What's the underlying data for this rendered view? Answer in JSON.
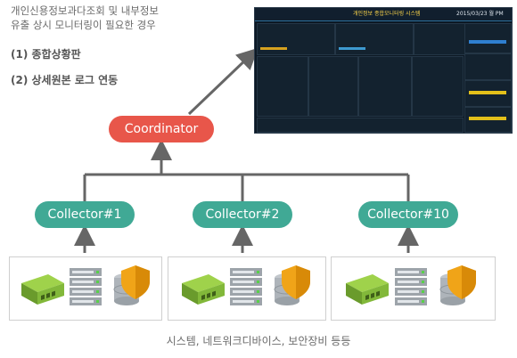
{
  "notes": {
    "line1": "개인신용정보과다조회 및 내부정보",
    "line2": "유출 상시 모니터링이 필요한 경우",
    "item1": "(1)  종합상황판",
    "item2": "(2)  상세원본 로그 연동"
  },
  "nodes": {
    "coordinator": "Coordinator",
    "collectors": [
      "Collector#1",
      "Collector#2",
      "Collector#10"
    ]
  },
  "dashboard": {
    "title": "개인정보 종합모니터링 시스템",
    "date": "2015/03/23 월 PM 6:14"
  },
  "footer": "시스템, 네트워크디바이스, 보안장비 등등",
  "colors": {
    "coordinator": "#e8564a",
    "collector": "#40a995",
    "connector": "#666666"
  },
  "icons": [
    "network-switch-icon",
    "server-icon",
    "database-shield-icon"
  ]
}
